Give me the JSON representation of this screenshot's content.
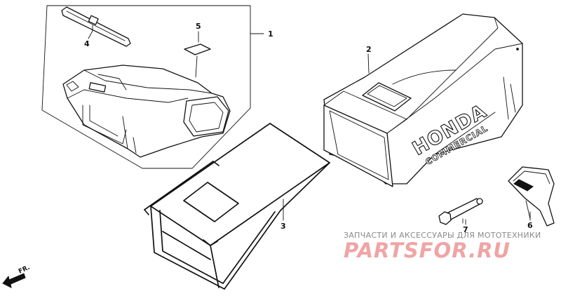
{
  "callouts": {
    "c1": "1",
    "c2": "2",
    "c3": "3",
    "c4": "4",
    "c5": "5",
    "c6": "6",
    "c7": "7"
  },
  "bag_logo": {
    "brand": "HONDA",
    "line": "COMMERCIAL"
  },
  "direction_label": "FR.",
  "watermark": {
    "caption": "ЗАПЧАСТИ И АКСЕССУАРЫ ДЛЯ МОТОТЕХНИКИ",
    "site": "PARTSFOR.RU"
  },
  "icons": [
    "front-direction-arrow-icon"
  ]
}
